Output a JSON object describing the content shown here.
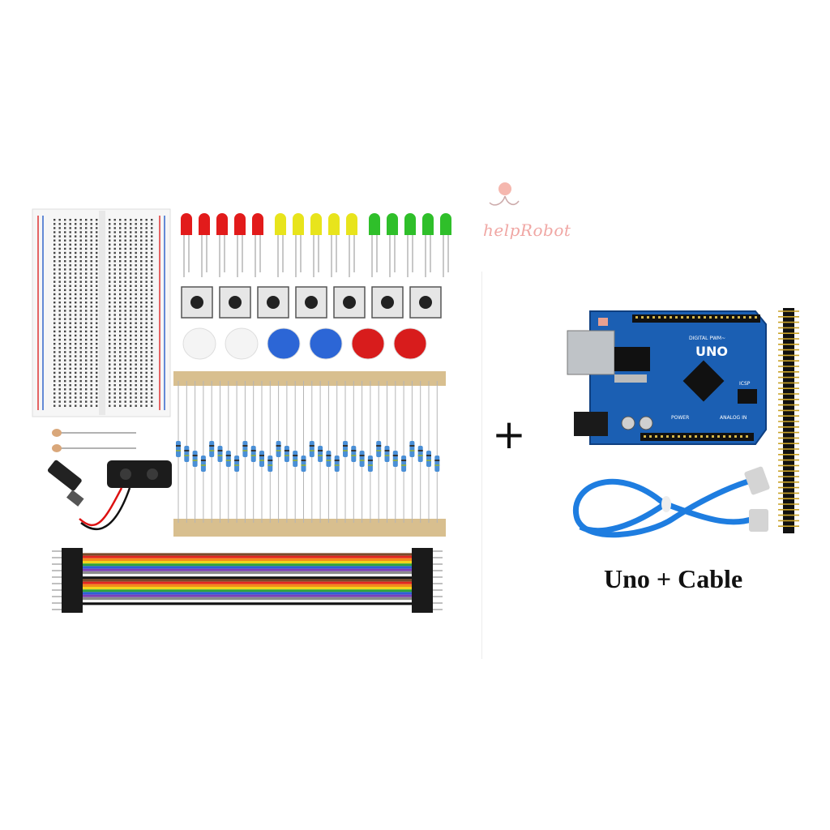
{
  "brand": {
    "name": "helpRobot",
    "accent": "#f0a7a4",
    "logo_icon": "flower-logo-icon"
  },
  "separator": {
    "symbol": "+"
  },
  "caption": {
    "text": "Uno + Cable"
  },
  "board": {
    "model_label": "UNO",
    "header_labels": {
      "digital": "DIGITAL PWM~",
      "analog": "ANALOG IN",
      "power": "POWER",
      "icsp": "ICSP"
    },
    "color": "#1b5fb3"
  },
  "kit": {
    "led_colors": [
      "#e21b1b",
      "#e8e41c",
      "#2fbf2a"
    ],
    "button_cap_colors": [
      "#f4f4f4",
      "#f4f4f4",
      "#2c66d6",
      "#2c66d6",
      "#d81c1c",
      "#d81c1c"
    ],
    "jumper_colors": [
      "#7a4a2a",
      "#e2261f",
      "#f28a1a",
      "#f2d41c",
      "#2fa33a",
      "#2f5fd6",
      "#7b3fb8",
      "#8c8c8c",
      "#f4f4f4",
      "#111111"
    ]
  }
}
